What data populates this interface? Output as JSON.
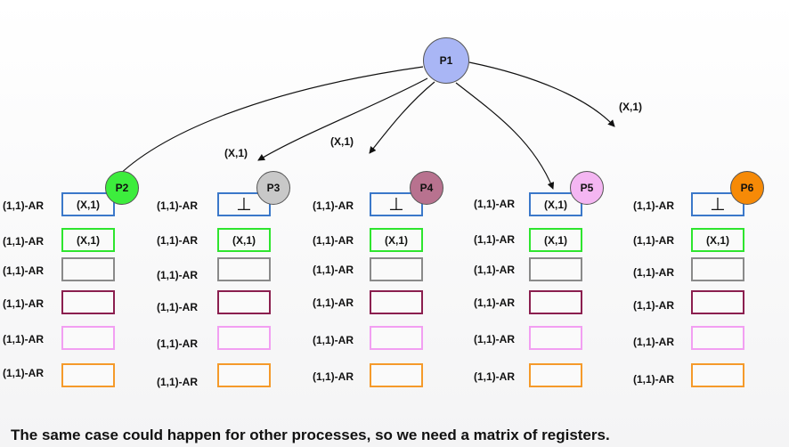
{
  "register_label": "(1,1)-AR",
  "bottom_symbol": "⊥",
  "colors": {
    "row_borders": [
      "#3b78c9",
      "#2ee52e",
      "#8a8a8a",
      "#8b1f4f",
      "#f29ff2",
      "#f59a2a"
    ],
    "P1": "#a9b6f5",
    "P2": "#3ded3d",
    "P3": "#c8c8c8",
    "P4": "#b8728f",
    "P5": "#f4b6f2",
    "P6": "#f68a07"
  },
  "sender": {
    "name": "P1"
  },
  "processes": [
    {
      "name": "P2",
      "registers": [
        "(X,1)",
        "(X,1)",
        "",
        "",
        "",
        ""
      ]
    },
    {
      "name": "P3",
      "registers": [
        "⊥",
        "(X,1)",
        "",
        "",
        "",
        ""
      ]
    },
    {
      "name": "P4",
      "registers": [
        "⊥",
        "(X,1)",
        "",
        "",
        "",
        ""
      ]
    },
    {
      "name": "P5",
      "registers": [
        "(X,1)",
        "(X,1)",
        "",
        "",
        "",
        ""
      ]
    },
    {
      "name": "P6",
      "registers": [
        "⊥",
        "(X,1)",
        "",
        "",
        "",
        ""
      ]
    }
  ],
  "messages": [
    "(X,1)",
    "(X,1)",
    "(X,1)",
    "(X,1)",
    "(X,1)"
  ],
  "caption": "The same case could happen for other processes, so we need a matrix of registers."
}
